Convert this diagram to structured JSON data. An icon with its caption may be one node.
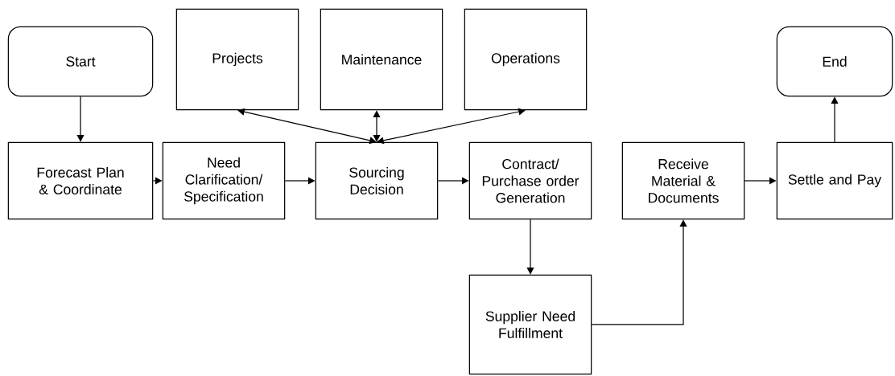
{
  "diagram": {
    "nodes": [
      {
        "text": [
          "Start"
        ]
      },
      {
        "text": [
          "Projects"
        ]
      },
      {
        "text": [
          "Maintenance"
        ]
      },
      {
        "text": [
          "Operations"
        ]
      },
      {
        "text": [
          "End"
        ]
      },
      {
        "text": [
          "Forecast Plan & Coordinate"
        ]
      },
      {
        "text": [
          "Need Clarification/ Specification"
        ]
      },
      {
        "text": [
          "Sourcing Decision"
        ]
      },
      {
        "text": [
          "Contract/ Purchase order Generation"
        ]
      },
      {
        "text": [
          "Receive Material & Documents"
        ]
      },
      {
        "text": [
          "Settle and Pay"
        ]
      },
      {
        "text": [
          "Supplier Need Fulfillment"
        ]
      }
    ],
    "edges": [
      {
        "from": 0,
        "to": 5,
        "arrow": "to"
      },
      {
        "from": 5,
        "to": 6,
        "arrow": "to"
      },
      {
        "from": 6,
        "to": 7,
        "arrow": "to"
      },
      {
        "from": 7,
        "to": 1,
        "arrow": "both"
      },
      {
        "from": 7,
        "to": 2,
        "arrow": "both"
      },
      {
        "from": 7,
        "to": 3,
        "arrow": "both"
      },
      {
        "from": 7,
        "to": 8,
        "arrow": "to"
      },
      {
        "from": 8,
        "to": 11,
        "arrow": "to"
      },
      {
        "from": 11,
        "to": 9,
        "arrow": "to"
      },
      {
        "from": 9,
        "to": 10,
        "arrow": "to"
      },
      {
        "from": 10,
        "to": 4,
        "arrow": "to"
      }
    ]
  }
}
